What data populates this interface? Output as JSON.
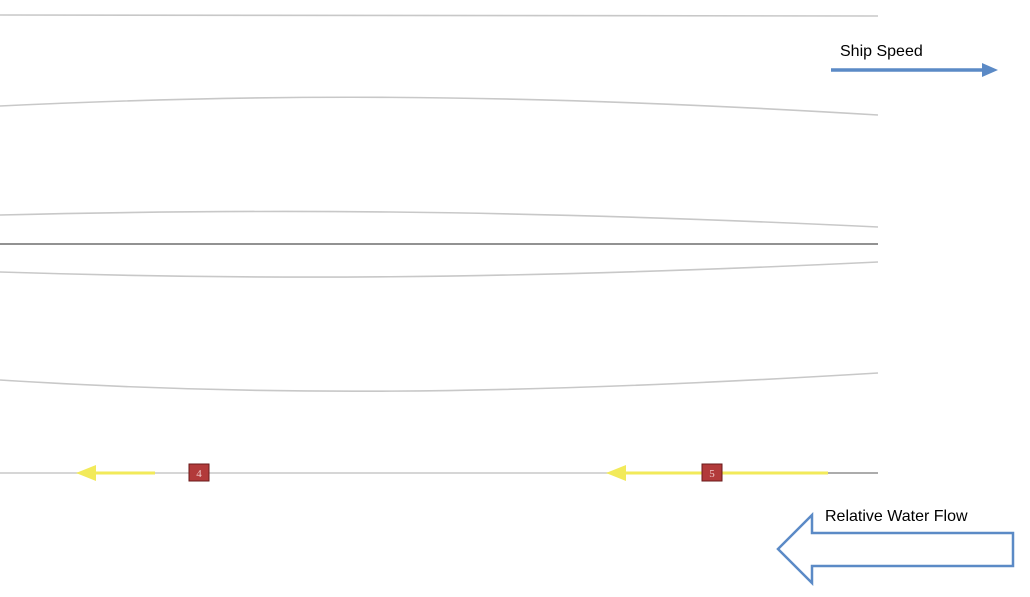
{
  "labels": {
    "ship_speed": "Ship Speed",
    "relative_water_flow": "Relative Water Flow"
  },
  "markers": [
    {
      "id": "4"
    },
    {
      "id": "5"
    }
  ],
  "colors": {
    "flow_line": "#c8c8c8",
    "center_line": "#6e6e6e",
    "arrow_blue": "#5b8ac6",
    "marker_fill": "#b23a3a",
    "marker_stroke": "#6a1a1a",
    "yellow_arrow": "#f2ea5a"
  }
}
